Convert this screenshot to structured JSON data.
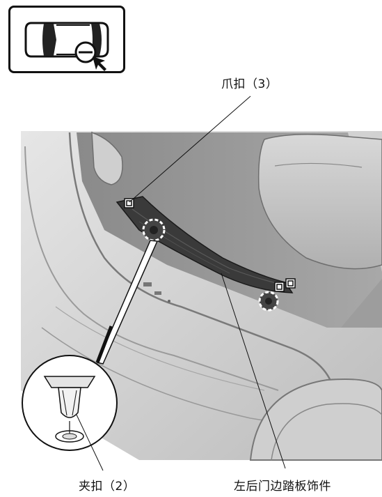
{
  "labels": {
    "claw_clip": "爪扣（3）",
    "clip": "夹扣（2）",
    "part_name": "左后门边踏板饰件"
  },
  "colors": {
    "ink": "#111111",
    "panel_light": "#d9d9d9",
    "panel_mid": "#bdbdbd",
    "panel_dark": "#8f8f8f",
    "trim": "#3a3a3a"
  },
  "icons": [
    "vehicle-top-view-icon",
    "magnifier-icon",
    "pointer-arrow-icon",
    "claw-clip-icon",
    "push-clip-icon"
  ]
}
